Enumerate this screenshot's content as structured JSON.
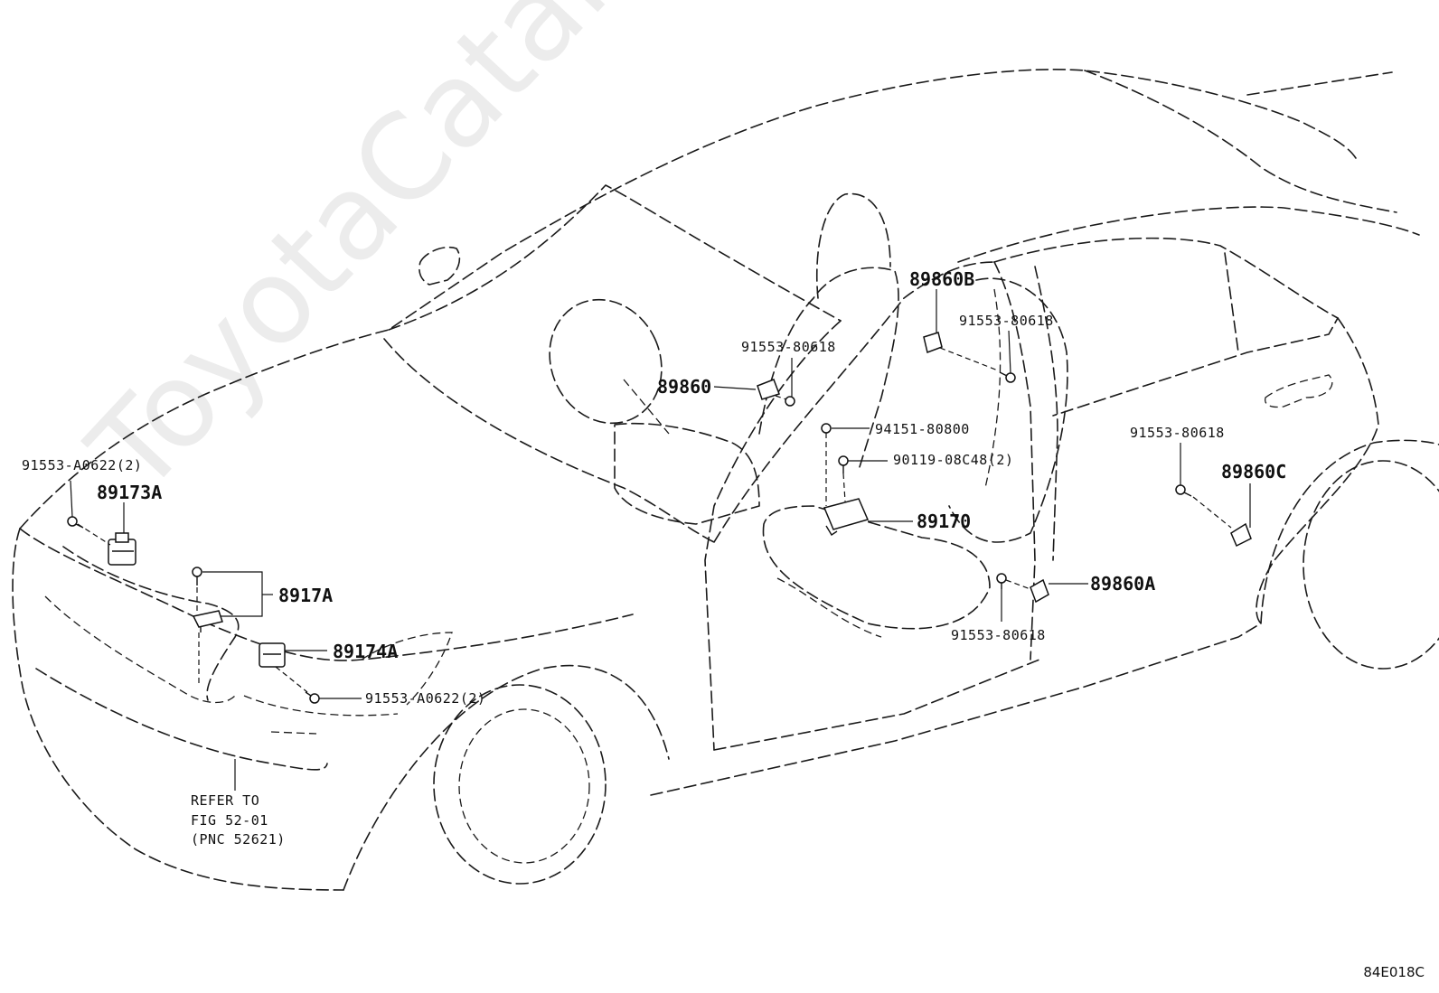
{
  "watermark": "ToyotaCatalogue.ru",
  "figure_code": "84E018C",
  "parts": {
    "p_89173A": "89173A",
    "p_8917A": "8917A",
    "p_89174A": "89174A",
    "p_89860": "89860",
    "p_89860B": "89860B",
    "p_89860A": "89860A",
    "p_89860C": "89860C",
    "p_89170": "89170",
    "bolt_front_left": "91553-A0622(2)",
    "bolt_front_lower": "91553-A0622(2)",
    "bolt_89860": "91553-80618",
    "bolt_89860B": "91553-80618",
    "bolt_89860A": "91553-80618",
    "bolt_89860C": "91553-80618",
    "nut_89170": "94151-80800",
    "bolt_89170": "90119-08C48(2)"
  },
  "reference": {
    "line1": "REFER TO",
    "line2": "FIG 52-01",
    "line3": "(PNC 52621)"
  }
}
